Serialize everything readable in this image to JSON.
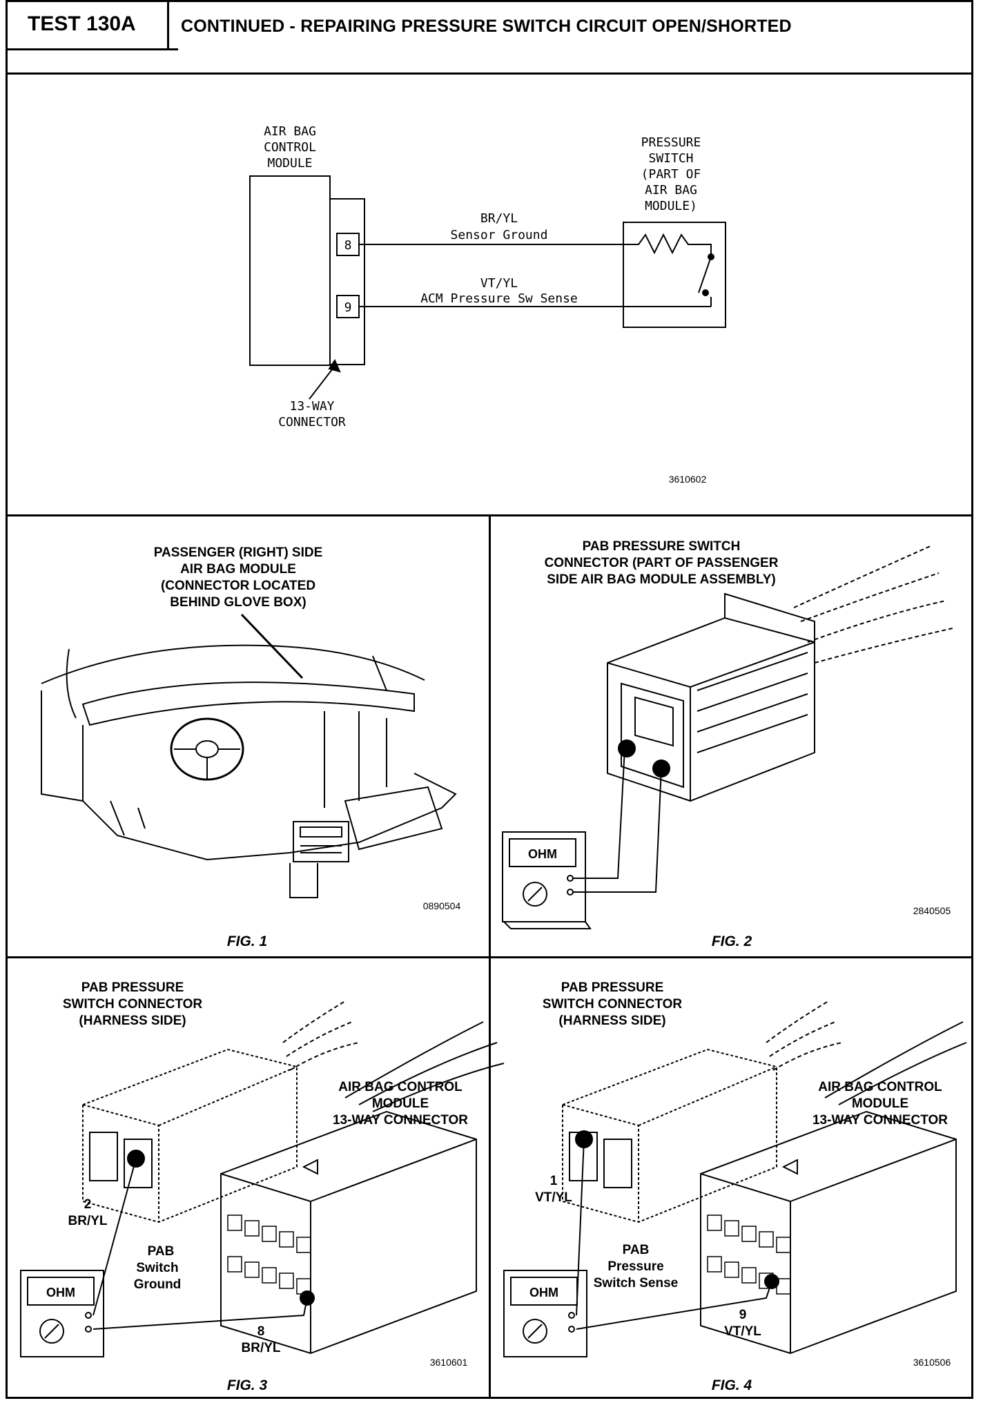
{
  "header": {
    "test_id": "TEST 130A",
    "title": "CONTINUED - REPAIRING PRESSURE SWITCH CIRCUIT OPEN/SHORTED"
  },
  "schematic": {
    "acm_label": [
      "AIR BAG",
      "CONTROL",
      "MODULE"
    ],
    "pin_top": "8",
    "pin_bottom": "9",
    "wire_top_color": "BR/YL",
    "wire_top_name": "Sensor Ground",
    "wire_bottom_color": "VT/YL",
    "wire_bottom_name": "ACM Pressure Sw Sense",
    "switch_label": [
      "PRESSURE",
      "SWITCH",
      "(PART OF",
      "AIR BAG",
      "MODULE)"
    ],
    "connector_label": [
      "13-WAY",
      "CONNECTOR"
    ],
    "code": "3610602"
  },
  "fig1": {
    "label": [
      "PASSENGER (RIGHT) SIDE",
      "AIR BAG MODULE",
      "(CONNECTOR LOCATED",
      "BEHIND GLOVE BOX)"
    ],
    "code": "0890504",
    "caption": "FIG. 1"
  },
  "fig2": {
    "label": [
      "PAB PRESSURE SWITCH",
      "CONNECTOR (PART OF PASSENGER",
      "SIDE AIR BAG MODULE ASSEMBLY)"
    ],
    "meter": "OHM",
    "code": "2840505",
    "caption": "FIG. 2"
  },
  "fig3": {
    "label": [
      "PAB PRESSURE",
      "SWITCH CONNECTOR",
      "(HARNESS SIDE)"
    ],
    "acm_label": [
      "AIR BAG CONTROL",
      "MODULE",
      "13-WAY CONNECTOR"
    ],
    "pin_a": [
      "2",
      "BR/YL"
    ],
    "circuit": [
      "PAB",
      "Switch",
      "Ground"
    ],
    "pin_b": [
      "8",
      "BR/YL"
    ],
    "meter": "OHM",
    "code": "3610601",
    "caption": "FIG. 3"
  },
  "fig4": {
    "label": [
      "PAB PRESSURE",
      "SWITCH CONNECTOR",
      "(HARNESS SIDE)"
    ],
    "acm_label": [
      "AIR BAG CONTROL",
      "MODULE",
      "13-WAY CONNECTOR"
    ],
    "pin_a": [
      "1",
      "VT/YL"
    ],
    "circuit": [
      "PAB",
      "Pressure",
      "Switch Sense"
    ],
    "pin_b": [
      "9",
      "VT/YL"
    ],
    "meter": "OHM",
    "code": "3610506",
    "caption": "FIG. 4"
  }
}
